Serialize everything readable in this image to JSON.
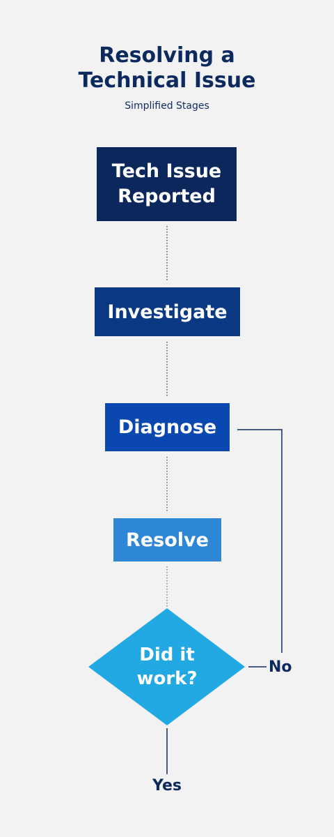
{
  "title": {
    "line1": "Resolving a",
    "line2": "Technical Issue"
  },
  "subtitle": "Simplified Stages",
  "steps": [
    {
      "label_line1": "Tech Issue",
      "label_line2": "Reported",
      "color": "#0b275b"
    },
    {
      "label": "Investigate",
      "color": "#0b3882"
    },
    {
      "label": "Diagnose",
      "color": "#0a48b0"
    },
    {
      "label": "Resolve",
      "color": "#2d86d6"
    }
  ],
  "decision": {
    "line1": "Did it",
    "line2": "work?",
    "color": "#22a8e2"
  },
  "branches": {
    "no_label": "No",
    "yes_label": "Yes"
  },
  "colors": {
    "background": "#f2f2f3",
    "text": "#0d2a5e",
    "connector": "#0d2a5e"
  }
}
